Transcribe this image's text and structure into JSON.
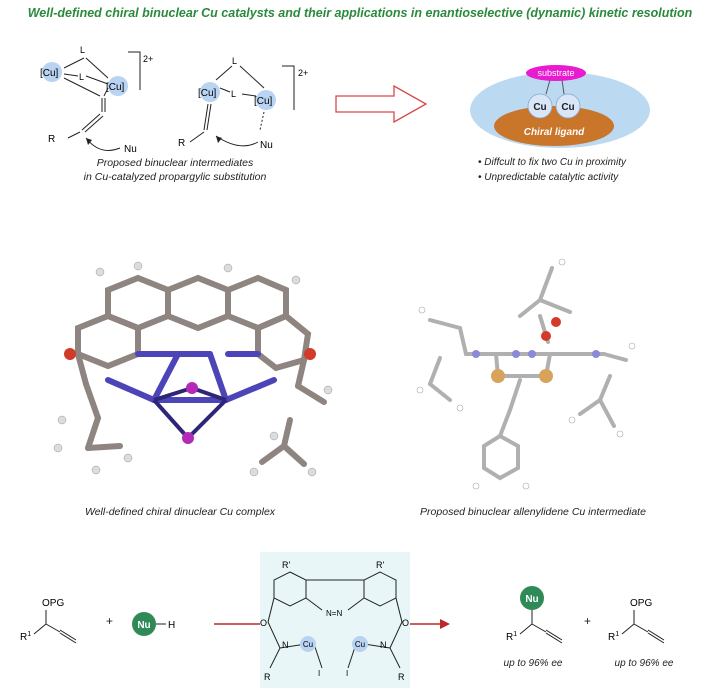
{
  "title": "Well-defined chiral binuclear Cu catalysts and their applications in enantioselective (dynamic) kinetic resolution",
  "top_left": {
    "charge": "2+",
    "cu_label": "[Cu]",
    "ligand_label": "L",
    "r_label": "R",
    "nu_label": "Nu",
    "caption_line1": "Proposed binuclear intermediates",
    "caption_line2": "in Cu-catalyzed propargylic substitution"
  },
  "top_right": {
    "substrate": "substrate",
    "cu": "Cu",
    "ligand": "Chiral ligand",
    "bullets": [
      "Diffcult to fix two Cu in proximity",
      "Unpredictable catalytic activity"
    ]
  },
  "middle": {
    "left_caption": "Well-defined chiral dinuclear Cu complex",
    "right_caption": "Proposed binuclear allenylidene Cu intermediate"
  },
  "bottom": {
    "opg": "OPG",
    "r1": "R",
    "r1_sup": "1",
    "plus": "+",
    "nu": "Nu",
    "h": "H",
    "catalyst": {
      "r_prime": "R'",
      "cu": "Cu",
      "i": "I",
      "r": "R",
      "n": "N",
      "o": "O",
      "azo": "N=N"
    },
    "ee_product": "up to 96% ee",
    "ee_recovered": "up to 96% ee"
  },
  "colors": {
    "title_green": "#2a8a3c",
    "cu_highlight": "#b9d3f2",
    "substrate_magenta": "#e81bd0",
    "ligand_orange": "#c9752a",
    "arrow_red": "#c0252a",
    "nu_green": "#2f8a58",
    "catalyst_bg": "#e8f6f8"
  }
}
